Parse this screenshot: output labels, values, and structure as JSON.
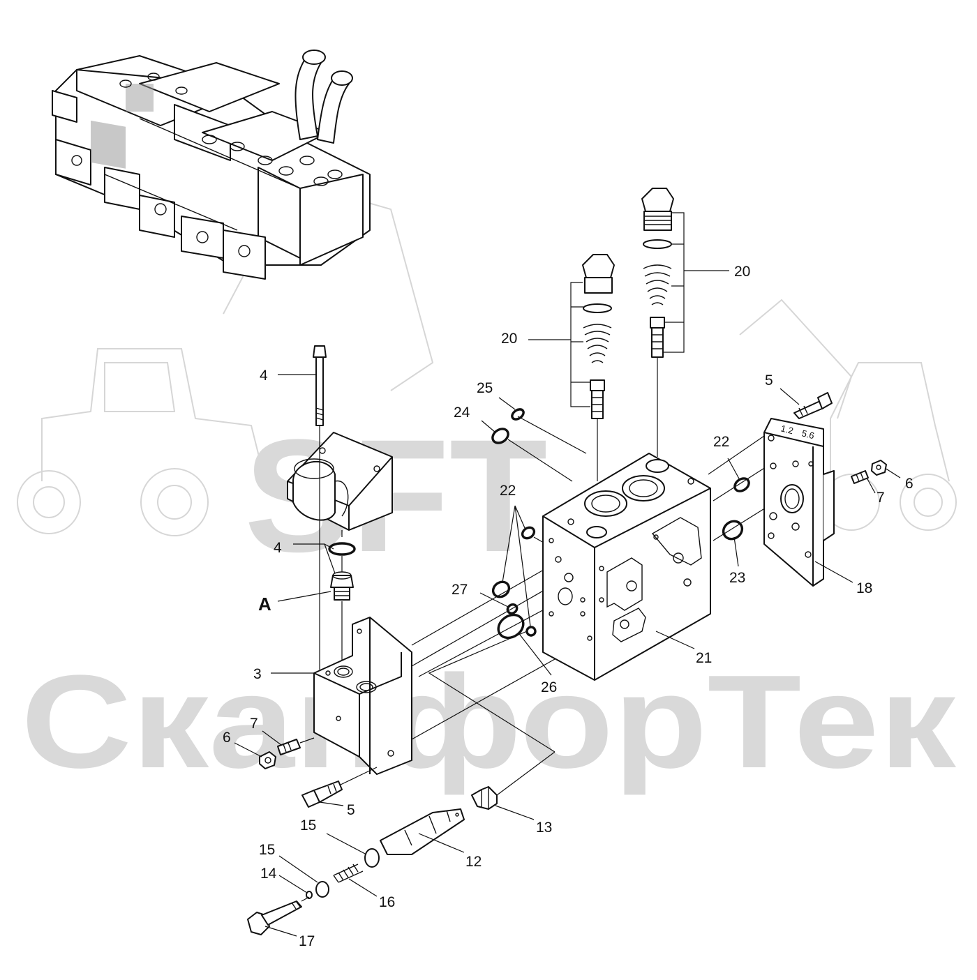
{
  "watermark": {
    "logo": "SFT",
    "brand": "СканфорТек"
  },
  "callouts": [
    {
      "id": "c4-top",
      "text": "4"
    },
    {
      "id": "c4-mid",
      "text": "4"
    },
    {
      "id": "cA",
      "text": "A"
    },
    {
      "id": "c3",
      "text": "3"
    },
    {
      "id": "c7-left",
      "text": "7"
    },
    {
      "id": "c6-left",
      "text": "6"
    },
    {
      "id": "c5-left",
      "text": "5"
    },
    {
      "id": "c13",
      "text": "13"
    },
    {
      "id": "c15-a",
      "text": "15"
    },
    {
      "id": "c15-b",
      "text": "15"
    },
    {
      "id": "c12",
      "text": "12"
    },
    {
      "id": "c14",
      "text": "14"
    },
    {
      "id": "c16",
      "text": "16"
    },
    {
      "id": "c17",
      "text": "17"
    },
    {
      "id": "c20-left",
      "text": "20"
    },
    {
      "id": "c20-right",
      "text": "20"
    },
    {
      "id": "c25",
      "text": "25"
    },
    {
      "id": "c24",
      "text": "24"
    },
    {
      "id": "c22-mid",
      "text": "22"
    },
    {
      "id": "c27",
      "text": "27"
    },
    {
      "id": "c26",
      "text": "26"
    },
    {
      "id": "c21",
      "text": "21"
    },
    {
      "id": "c22-right",
      "text": "22"
    },
    {
      "id": "c23",
      "text": "23"
    },
    {
      "id": "c5-right",
      "text": "5"
    },
    {
      "id": "c6-right",
      "text": "6"
    },
    {
      "id": "c7-right",
      "text": "7"
    },
    {
      "id": "c18",
      "text": "18"
    }
  ],
  "plate_marking": {
    "left": "1.2",
    "right": "5.6"
  }
}
